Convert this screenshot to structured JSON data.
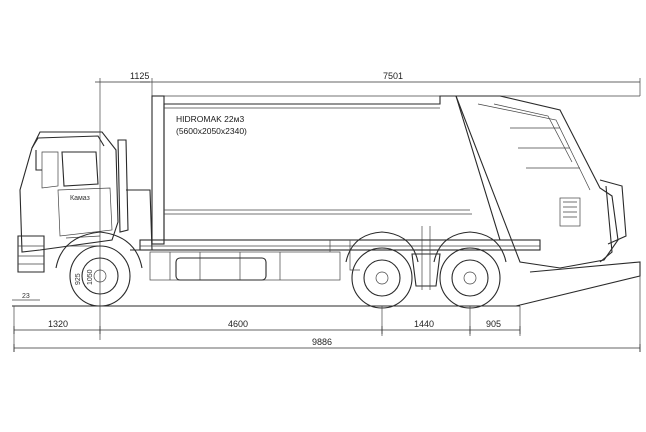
{
  "body_label": {
    "model": "HIDROMAK 22м3",
    "size": "(5600x2050x2340)"
  },
  "cab_logo": "Камаз",
  "dimensions": {
    "top_offset": "1125",
    "top_body_length": "7501",
    "front_overhang": "1320",
    "wheelbase": "4600",
    "bogie_spacing": "1440",
    "rear_overhang": "905",
    "overall_length": "9886",
    "wheel_height_1": "925",
    "wheel_height_2": "1050",
    "ground_clearance": "23"
  }
}
